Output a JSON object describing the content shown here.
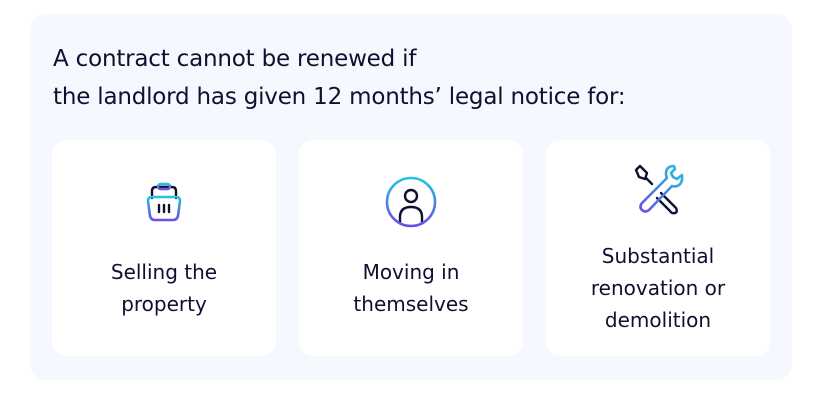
{
  "title": {
    "line1": "A contract cannot be renewed if",
    "line2": "the landlord has given 12 months’ legal notice for:"
  },
  "cards": [
    {
      "icon": "basket-icon",
      "line1": "Selling the",
      "line2": "property"
    },
    {
      "icon": "user-circle-icon",
      "line1": "Moving in",
      "line2": "themselves"
    },
    {
      "icon": "tools-icon",
      "line1": "Substantial",
      "line2": "renovation or",
      "line3": "demolition"
    }
  ],
  "colors": {
    "gradient_start": "#22c4e0",
    "gradient_end": "#6b4de6",
    "text": "#0f1030",
    "panel": "#f5f8fe"
  }
}
